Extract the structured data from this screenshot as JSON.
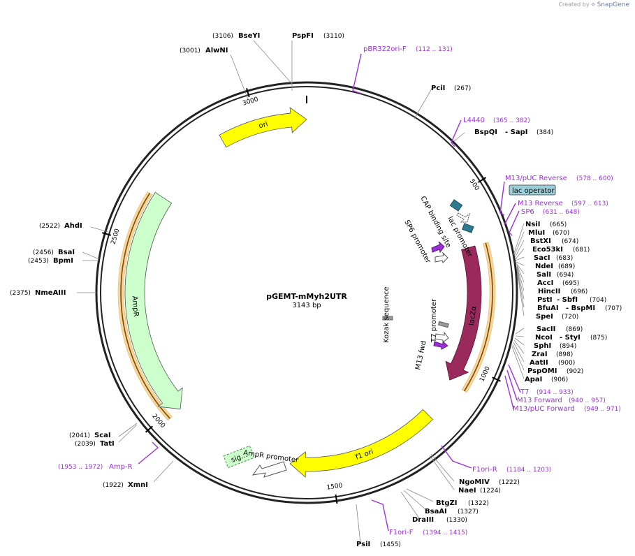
{
  "header": {
    "credit_prefix": "Created by",
    "credit_brand": "SnapGene"
  },
  "plasmid": {
    "name": "pGEMT-mMyh2UTR",
    "size_label": "3143 bp",
    "length": 3143
  },
  "colors": {
    "backbone": "#222222",
    "ori": "#ffff00",
    "lacz": "#9a2a5c",
    "ampr": "#ccffcc",
    "primer": "#9b30d9",
    "promoter": "#ffffff",
    "protein_bind": "#2e7a8e",
    "highlight": "#f6d69a",
    "kozak": "#999999"
  },
  "tick_marks": [
    {
      "label": "500",
      "pos": 500
    },
    {
      "label": "1000",
      "pos": 1000
    },
    {
      "label": "1500",
      "pos": 1500
    },
    {
      "label": "2000",
      "pos": 2000
    },
    {
      "label": "2500",
      "pos": 2500
    },
    {
      "label": "3000",
      "pos": 3000
    }
  ],
  "features": [
    {
      "name": "ori",
      "type": "arrow",
      "start": 2890,
      "end": 3143,
      "dir": "cw",
      "color": "#ffff00",
      "label": "ori"
    },
    {
      "name": "lacz-alpha",
      "type": "arrow",
      "start": 650,
      "end": 1060,
      "dir": "cw",
      "color": "#9a2a5c",
      "label": "lacZα"
    },
    {
      "name": "f1-ori",
      "type": "arrow",
      "start": 1180,
      "end": 1620,
      "dir": "cw",
      "color": "#ffff00",
      "label": "f1 ori"
    },
    {
      "name": "ampr",
      "type": "arrow",
      "start": 1985,
      "end": 2650,
      "dir": "ccw",
      "color": "#ccffcc",
      "label": "AmpR"
    },
    {
      "name": "ampr-signal",
      "label": "sig…"
    }
  ],
  "inner_labels": [
    {
      "name": "cap-binding-site",
      "label": "CAP binding site"
    },
    {
      "name": "lac-promoter",
      "label": "lac promoter"
    },
    {
      "name": "sp6-promoter",
      "label": "SP6 promoter"
    },
    {
      "name": "kozak-sequence",
      "label": "Kozak sequence"
    },
    {
      "name": "t7-promoter",
      "label": "T7 promoter"
    },
    {
      "name": "m13-fwd",
      "label": "M13 fwd"
    },
    {
      "name": "ampr-promoter",
      "label": "AmpR promoter"
    }
  ],
  "enzymes": [
    {
      "name": "BseYI",
      "pos": "(3106)"
    },
    {
      "name": "PspFI",
      "pos": "(3110)"
    },
    {
      "name": "AlwNI",
      "pos": "(3001)"
    },
    {
      "name": "PciI",
      "pos": "(267)"
    },
    {
      "name": "BspQI",
      "pos": ""
    },
    {
      "name": "- SapI",
      "pos": "(384)"
    },
    {
      "name": "NsiI",
      "pos": "(665)"
    },
    {
      "name": "MluI",
      "pos": "(670)"
    },
    {
      "name": "BstXI",
      "pos": "(674)"
    },
    {
      "name": "Eco53kI",
      "pos": "(681)"
    },
    {
      "name": "SacI",
      "pos": "(683)"
    },
    {
      "name": "NdeI",
      "pos": "(689)"
    },
    {
      "name": "SalI",
      "pos": "(694)"
    },
    {
      "name": "AccI",
      "pos": "(695)"
    },
    {
      "name": "HincII",
      "pos": "(696)"
    },
    {
      "name": "PstI",
      "pos": ""
    },
    {
      "name": "- SbfI",
      "pos": "(704)"
    },
    {
      "name": "BfuAI",
      "pos": ""
    },
    {
      "name": "- BspMI",
      "pos": "(707)"
    },
    {
      "name": "SpeI",
      "pos": "(720)"
    },
    {
      "name": "SacII",
      "pos": "(869)"
    },
    {
      "name": "NcoI",
      "pos": ""
    },
    {
      "name": "- StyI",
      "pos": "(875)"
    },
    {
      "name": "SphI",
      "pos": "(894)"
    },
    {
      "name": "ZraI",
      "pos": "(898)"
    },
    {
      "name": "AatII",
      "pos": "(900)"
    },
    {
      "name": "PspOMI",
      "pos": "(902)"
    },
    {
      "name": "ApaI",
      "pos": "(906)"
    },
    {
      "name": "NgoMIV",
      "pos": "(1222)"
    },
    {
      "name": "NaeI",
      "pos": "(1224)"
    },
    {
      "name": "BtgZI",
      "pos": "(1322)"
    },
    {
      "name": "BsaAI",
      "pos": "(1327)"
    },
    {
      "name": "DraIII",
      "pos": "(1330)"
    },
    {
      "name": "PsiI",
      "pos": "(1455)"
    },
    {
      "name": "XmnI",
      "pos": "(1922)"
    },
    {
      "name": "ScaI",
      "pos": "(2041)"
    },
    {
      "name": "TatI",
      "pos": "(2039)"
    },
    {
      "name": "NmeAIII",
      "pos": "(2375)"
    },
    {
      "name": "BsaI",
      "pos": "(2456)"
    },
    {
      "name": "BpmI",
      "pos": "(2453)"
    },
    {
      "name": "AhdI",
      "pos": "(2522)"
    }
  ],
  "primers": [
    {
      "name": "pBR322ori-F",
      "range": "(112 .. 131)"
    },
    {
      "name": "L4440",
      "range": "(365 .. 382)"
    },
    {
      "name": "M13/pUC Reverse",
      "range": "(578 .. 600)"
    },
    {
      "name": "M13 Reverse",
      "range": "(597 .. 613)"
    },
    {
      "name": "SP6",
      "range": "(631 .. 648)"
    },
    {
      "name": "T7",
      "range": "(914 .. 933)"
    },
    {
      "name": "M13 Forward",
      "range": "(940 .. 957)"
    },
    {
      "name": "M13/pUC Forward",
      "range": "(949 .. 971)"
    },
    {
      "name": "F1ori-R",
      "range": "(1184 .. 1203)"
    },
    {
      "name": "F1ori-F",
      "range": "(1394 .. 1415)"
    },
    {
      "name": "Amp-R",
      "range": "(1953 .. 1972)"
    }
  ],
  "badges": {
    "lac_operator": "lac operator"
  }
}
